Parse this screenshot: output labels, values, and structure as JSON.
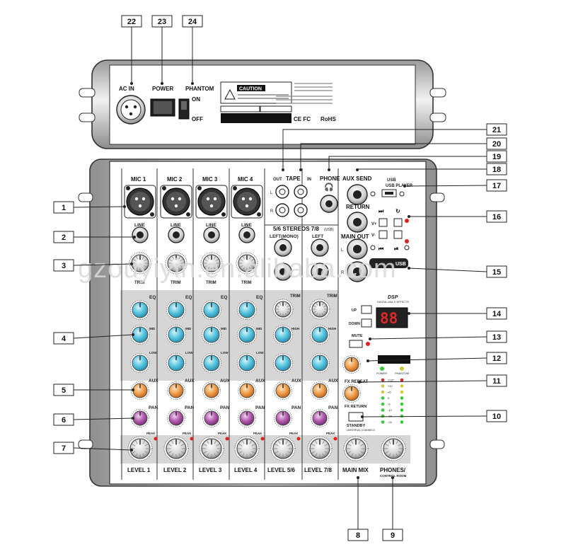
{
  "callouts": [
    "1",
    "2",
    "3",
    "4",
    "5",
    "6",
    "7",
    "8",
    "9",
    "10",
    "11",
    "12",
    "13",
    "14",
    "15",
    "16",
    "17",
    "18",
    "19",
    "20",
    "21",
    "22",
    "23",
    "24"
  ],
  "rear": {
    "ac_in": "AC IN",
    "power": "POWER",
    "phantom": "PHANTOM",
    "on": "ON",
    "off": "OFF",
    "caution": "CAUTION",
    "rohs": "RoHS",
    "cert": "CE FC"
  },
  "channels": {
    "mic": [
      "MIC 1",
      "MIC 2",
      "MIC 3",
      "MIC 4"
    ],
    "line": "LINE",
    "trim": "TRIM",
    "eq": "EQ",
    "mid": "MID",
    "low": "LOW",
    "aux": "AUX",
    "pan": "PAN",
    "peak": "PEAK",
    "levels": [
      "LEVEL 1",
      "LEVEL 2",
      "LEVEL 3",
      "LEVEL 4",
      "LEVEL 5/6",
      "LEVEL 7/8"
    ]
  },
  "stereo": {
    "header": "5/6  STEREOS  7/8",
    "usb_note": "(USB)",
    "left_mono": "LEFT(MONO)",
    "left": "LEFT",
    "trim": "TRIM",
    "high": "HIGH"
  },
  "master": {
    "tape": "TAPE",
    "out": "OUT",
    "in": "IN",
    "phone": "PHONE",
    "aux_send": "AUX SEND",
    "return": "RETURN",
    "main_out": "MAIN OUT",
    "usb_player": "USB PLAYER",
    "dsp": "DSP",
    "up": "UP",
    "down": "DOWN",
    "mute": "MUTE",
    "fx_repeat": "FX REPEAT",
    "fx_return": "FX RETURN",
    "standby": "STANDBY",
    "main_mix": "MAIN MIX",
    "phones": "PHONES/",
    "control_room": "CONTROL ROOM",
    "display": "88",
    "power_led": "POWER",
    "phantom_led": "PHANTOM",
    "meter_labels": [
      "CLIP",
      "+12",
      "+6",
      "0",
      "-6",
      "-12",
      "-18",
      "-24"
    ]
  },
  "watermark": "gzouyiyin.en.alibaba.com",
  "colors": {
    "eq_knob": "#59c6e0",
    "aux_knob": "#f0a050",
    "pan_knob": "#b45eb0",
    "panel_gray": "#d6d6d6"
  }
}
